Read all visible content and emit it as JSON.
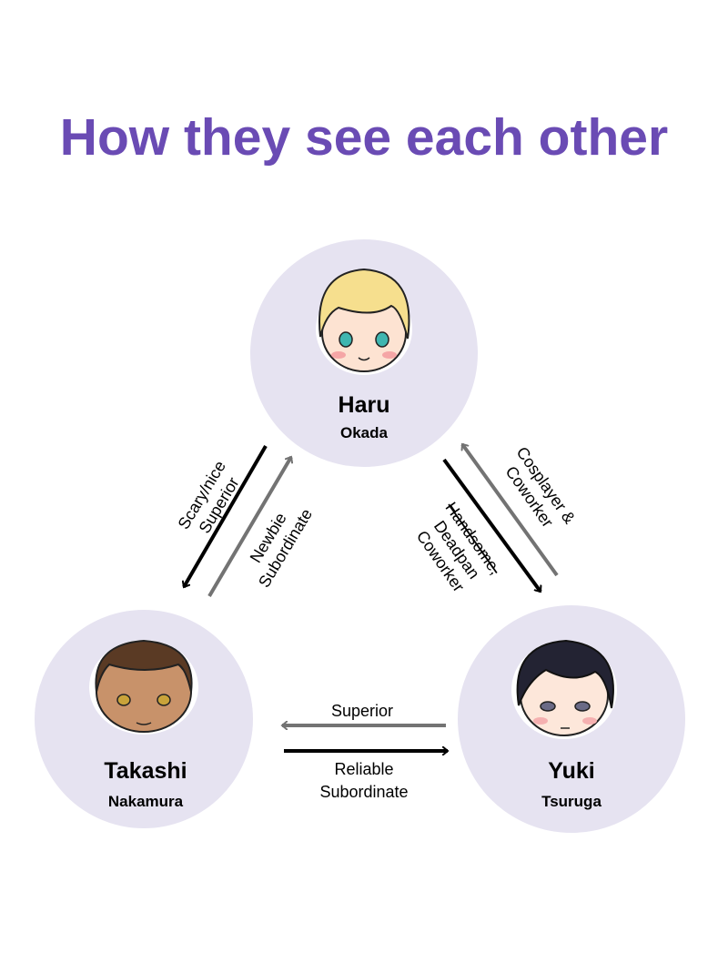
{
  "title": "How they see each other",
  "colors": {
    "title": "#6a4bb4",
    "circle": "#e6e3f1",
    "arrow_dark": "#000000",
    "arrow_gray": "#737373"
  },
  "characters": [
    {
      "first": "Haru",
      "last": "Okada"
    },
    {
      "first": "Takashi",
      "last": "Nakamura"
    },
    {
      "first": "Yuki",
      "last": "Tsuruga"
    }
  ],
  "relations": {
    "haru_to_takashi": [
      "Scary/nice",
      "Superior"
    ],
    "takashi_to_haru": [
      "Newbie",
      "Subordinate"
    ],
    "haru_to_yuki": {
      "struck": "Handsome,",
      "lines": [
        "Deadpan",
        "Coworker"
      ]
    },
    "yuki_to_haru": [
      "Cosplayer &",
      "Coworker"
    ],
    "yuki_to_takashi": [
      "Superior"
    ],
    "takashi_to_yuki": [
      "Reliable",
      "Subordinate"
    ]
  }
}
